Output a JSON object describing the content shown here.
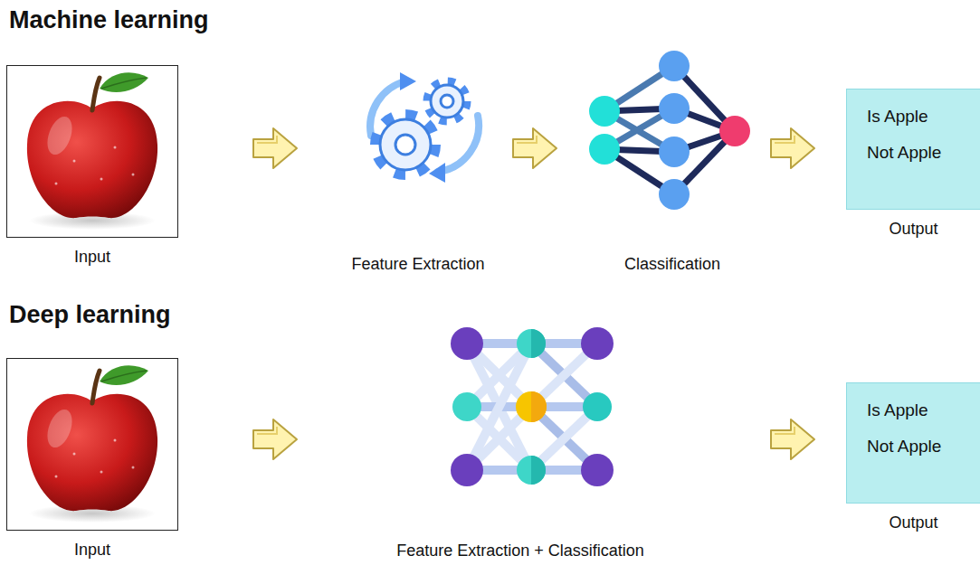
{
  "diagram": {
    "title": "Machine learning",
    "nodes": [
      {
        "text": [
          "Input"
        ]
      },
      {
        "text": [
          "Is Apple",
          "Not Apple",
          "Output"
        ]
      },
      {
        "text": [
          "Input"
        ]
      },
      {
        "text": [
          "Is Apple",
          "Not Apple",
          "Output"
        ]
      }
    ],
    "labels": [
      "Feature Extraction",
      "Classification",
      "Deep learning",
      "Feature Extraction + Classification"
    ]
  }
}
